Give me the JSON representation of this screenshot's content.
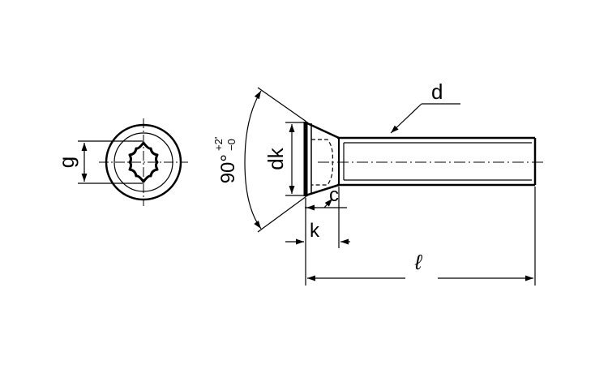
{
  "labels": {
    "g": "g",
    "dk": "dk",
    "d": "d",
    "c": "c",
    "k": "k",
    "length": "ℓ",
    "angle": "90°",
    "tol_plus": "+2'",
    "tol_minus": "−0"
  }
}
